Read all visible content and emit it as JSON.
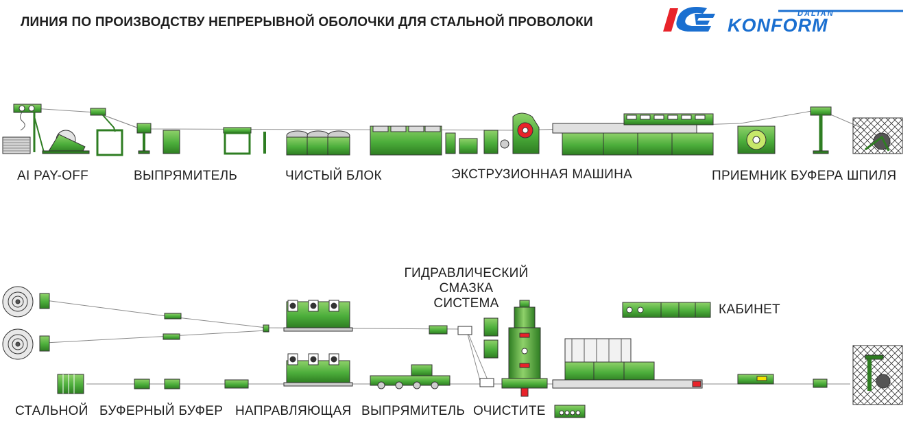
{
  "title": "ЛИНИЯ ПО ПРОИЗВОДСТВУ НЕПРЕРЫВНОЙ ОБОЛОЧКИ ДЛЯ СТАЛЬНОЙ ПРОВОЛОКИ",
  "logo": {
    "top_text": "DALIAN",
    "brand": "KONFORM",
    "colors": {
      "red": "#e8232a",
      "blue": "#1a6fd0"
    }
  },
  "colors": {
    "machine_green": "#4cae3b",
    "light_green": "#8fd16a",
    "dark_green": "#2e7d22",
    "line_gray": "#8a8a8a"
  },
  "top_line": {
    "labels": {
      "payoff": "AI PAY-OFF",
      "straightener": "ВЫПРЯМИТЕЛЬ",
      "clean_block": "ЧИСТЫЙ БЛОК",
      "extrusion": "ЭКСТРУЗИОННАЯ МАШИНА",
      "receiver": "ПРИЕМНИК БУФЕРА ШПИЛЯ"
    }
  },
  "bottom_line": {
    "labels": {
      "steel": "СТАЛЬНОЙ",
      "buffer": "БУФЕРНЫЙ БУФЕР",
      "guide": "НАПРАВЛЯЮЩАЯ",
      "straightener": "ВЫПРЯМИТЕЛЬ",
      "cleaner": "ОЧИСТИТЕ",
      "hydraulic": [
        "ГИДРАВЛИЧЕСКИЙ",
        "СМАЗКА",
        "СИСТЕМА"
      ],
      "cabinet": "КАБИНЕТ"
    }
  }
}
